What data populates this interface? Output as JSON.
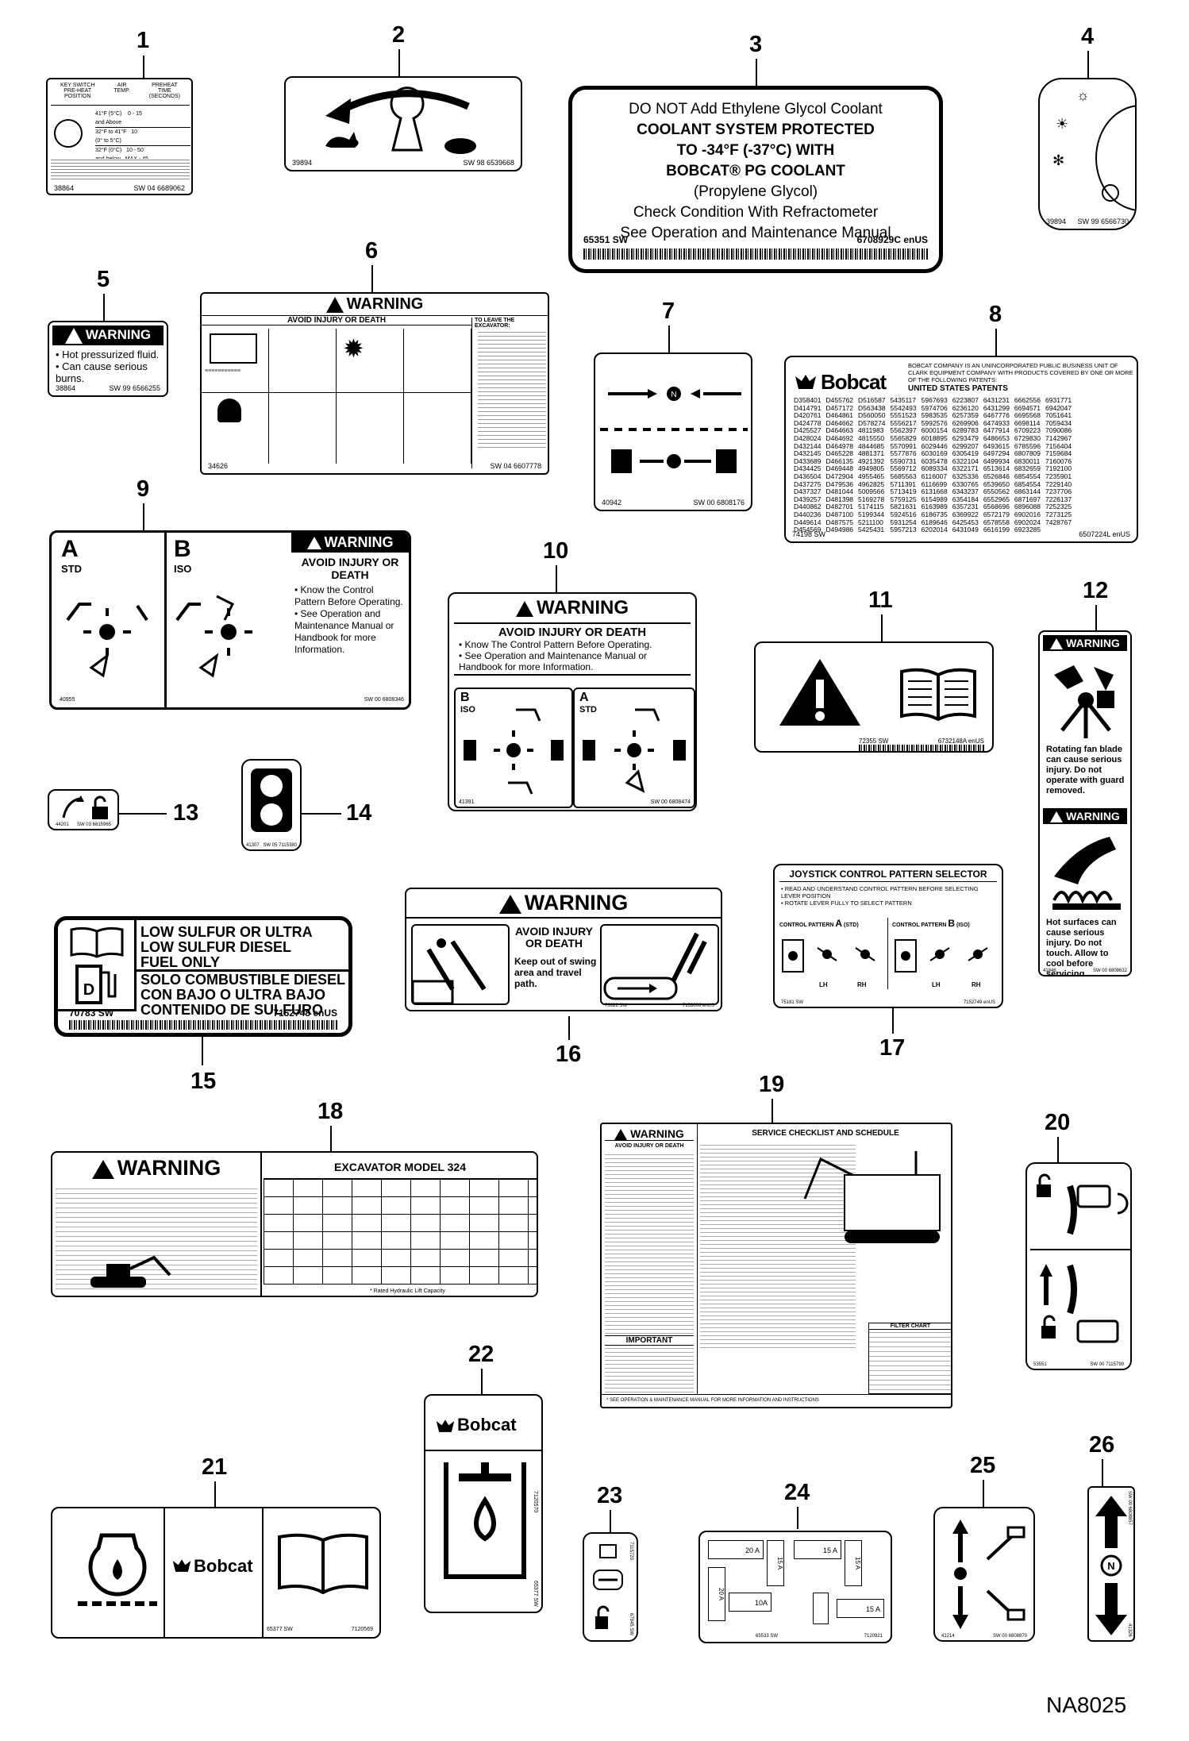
{
  "callouts": [
    "1",
    "2",
    "3",
    "4",
    "5",
    "6",
    "7",
    "8",
    "9",
    "10",
    "11",
    "12",
    "13",
    "14",
    "15",
    "16",
    "17",
    "18",
    "19",
    "20",
    "21",
    "22",
    "23",
    "24",
    "25",
    "26"
  ],
  "drawing_id": "NA8025",
  "d1": {
    "code_left": "38864",
    "code_right": "SW 04 6689062"
  },
  "d2": {
    "code_left": "39894",
    "code_right": "SW 98 6539668"
  },
  "d3": {
    "lines": [
      "DO NOT Add Ethylene Glycol Coolant",
      "COOLANT SYSTEM PROTECTED",
      "TO -34°F (-37°C) WITH",
      "BOBCAT® PG COOLANT",
      "(Propylene Glycol)",
      "Check Condition With Refractometer",
      "See Operation and Maintenance Manual"
    ],
    "code_left": "65351 SW",
    "code_right": "6708929C enUS"
  },
  "d4": {
    "code_left": "39894",
    "code_right": "SW 99 6566730"
  },
  "d5": {
    "title": "WARNING",
    "bullets": [
      "Hot pressurized fluid.",
      "Can cause serious burns."
    ],
    "code_left": "38864",
    "code_right": "SW 99 6566255"
  },
  "d6": {
    "title": "WARNING",
    "subtitle": "AVOID INJURY OR DEATH",
    "side_title": "TO LEAVE THE EXCAVATOR:",
    "code_left": "34626",
    "code_right": "SW 04 6607778"
  },
  "d7": {
    "code_left": "40942",
    "code_right": "SW 00 6808176"
  },
  "d8": {
    "brand": "Bobcat",
    "header": "BOBCAT COMPANY IS AN UNINCORPORATED PUBLIC BUSINESS UNIT OF CLARK EQUIPMENT COMPANY WITH PRODUCTS COVERED BY ONE OR MORE OF THE FOLLOWING PATENTS:",
    "sub": "UNITED STATES PATENTS",
    "cols": [
      [
        "D358401",
        "D414791",
        "D420761",
        "D424778",
        "D425527",
        "D428024",
        "D432144",
        "D432145",
        "D433689",
        "D434425",
        "D436504",
        "D437275",
        "D437327",
        "D439257",
        "D440862",
        "D440236",
        "D449614",
        "D454569"
      ],
      [
        "D455762",
        "D457172",
        "D464861",
        "D464662",
        "D464663",
        "D464692",
        "D464978",
        "D465228",
        "D466135",
        "D469448",
        "D472904",
        "D479536",
        "D481044",
        "D481398",
        "D482701",
        "D487100",
        "D487575",
        "D494986"
      ],
      [
        "D516587",
        "D563438",
        "D560050",
        "D578274",
        "4811983",
        "4815550",
        "4844685",
        "4881371",
        "4921392",
        "4949805",
        "4955465",
        "4962825",
        "5009566",
        "5169278",
        "5174115",
        "5199344",
        "5211100",
        "5425431"
      ],
      [
        "5435117",
        "5542493",
        "5551523",
        "5556217",
        "5562397",
        "5565829",
        "5570991",
        "5577876",
        "5590731",
        "5569712",
        "5685563",
        "5711391",
        "5713419",
        "5759125",
        "5821631",
        "5924516",
        "5931254",
        "5957213"
      ],
      [
        "5967693",
        "5974706",
        "5983535",
        "5992576",
        "6000154",
        "6018895",
        "6029446",
        "6030169",
        "6035478",
        "6089334",
        "6116007",
        "6116699",
        "6131668",
        "6154989",
        "6163989",
        "6186735",
        "6189646",
        "6202014"
      ],
      [
        "6223807",
        "6236120",
        "6257359",
        "6269906",
        "6289783",
        "6293479",
        "6299207",
        "6305419",
        "6322104",
        "6322171",
        "6325336",
        "6330765",
        "6343237",
        "6354184",
        "6357231",
        "6369922",
        "6425453",
        "6431049"
      ],
      [
        "6431231",
        "6431299",
        "6467776",
        "6474933",
        "6477914",
        "6486653",
        "6493615",
        "6497294",
        "6499934",
        "6513614",
        "6526846",
        "6539650",
        "6550562",
        "6552965",
        "6568696",
        "6572179",
        "6578558",
        "6616199"
      ],
      [
        "6662556",
        "6694571",
        "6695568",
        "6698114",
        "6709223",
        "6729830",
        "6785596",
        "6807809",
        "6830011",
        "6832659",
        "6854554",
        "6854554",
        "6863144",
        "6871697",
        "6896088",
        "6902016",
        "6902024",
        "6923285"
      ],
      [
        "6931771",
        "6942047",
        "7051641",
        "7059434",
        "7090086",
        "7142967",
        "7156404",
        "7159684",
        "7160076",
        "7192100",
        "7235901",
        "7229140",
        "7237706",
        "7226137",
        "7252325",
        "7273125",
        "7428767",
        ""
      ]
    ],
    "code_left": "74198 SW",
    "code_right": "6507224L enUS"
  },
  "d9": {
    "a_label": "A",
    "a_sub": "STD",
    "b_label": "B",
    "b_sub": "ISO",
    "title": "WARNING",
    "head": "AVOID INJURY OR DEATH",
    "bullets": [
      "Know the Control Pattern Before Operating.",
      "See Operation and Maintenance Manual or Handbook for more Information."
    ],
    "code_left": "40955",
    "code_right": "SW 00 6808346"
  },
  "d10": {
    "title": "WARNING",
    "head": "AVOID INJURY OR DEATH",
    "bullets": [
      "Know The Control Pattern Before Operating.",
      "See Operation and Maintenance Manual or Handbook for more Information."
    ],
    "b_label": "B",
    "b_sub": "ISO",
    "a_label": "A",
    "a_sub": "STD",
    "code_left": "41391",
    "code_right": "SW 00 6808474"
  },
  "d11": {
    "code_left": "72355 SW",
    "code_right": "6732148A enUS"
  },
  "d12": {
    "title": "WARNING",
    "text1": "Rotating fan blade can cause serious injury. Do not operate with guard removed.",
    "text2": "Hot surfaces can cause serious injury. Do not touch. Allow to cool before servicing.",
    "code_left": "41846",
    "code_right": "SW 00 6808632"
  },
  "d13": {
    "code_left": "44201",
    "code_right": "SW 03 6815965"
  },
  "d14": {
    "code_left": "41307",
    "code_right": "SW 05 7115380"
  },
  "d15": {
    "line1": "LOW SULFUR OR ULTRA",
    "line2": "LOW SULFUR DIESEL",
    "line3": "FUEL ONLY",
    "line4": "SOLO COMBUSTIBLE DIESEL",
    "line5": "CON BAJO O ULTRA BAJO",
    "line6": "CONTENIDO DE SULFURO",
    "code_left": "70783 SW",
    "code_right": "7152748 enUS"
  },
  "d16": {
    "title": "WARNING",
    "head1": "AVOID INJURY",
    "head2": "OR DEATH",
    "text": "Keep out of swing area and travel path.",
    "code_left": "73922 SW",
    "code_right": "7159006 enUS"
  },
  "d17": {
    "title": "JOYSTICK CONTROL PATTERN SELECTOR",
    "b1": "READ AND UNDERSTAND CONTROL PATTERN BEFORE SELECTING LEVER POSITION",
    "b2": "ROTATE LEVER FULLY TO SELECT PATTERN",
    "pa": "CONTROL PATTERN",
    "pa_l": "A",
    "pa_s": "(STD)",
    "pb": "CONTROL PATTERN",
    "pb_l": "B",
    "pb_s": "(ISO)",
    "lh": "LH",
    "rh": "RH",
    "code_left": "75181 SW",
    "code_right": "7152749 enUS"
  },
  "d18": {
    "title": "WARNING",
    "model": "EXCAVATOR MODEL 324",
    "footnote": "* Rated Hydraulic Lift Capacity"
  },
  "d19": {
    "title": "WARNING",
    "head": "SERVICE CHECKLIST AND SCHEDULE",
    "avoid": "AVOID INJURY OR DEATH",
    "important": "IMPORTANT",
    "filter": "FILTER CHART",
    "footer": "* SEE OPERATION & MAINTENANCE MANUAL FOR MORE INFORMATION AND INSTRUCTIONS"
  },
  "d20": {
    "code_left": "53551",
    "code_right": "SW 00 7115799"
  },
  "d21": {
    "brand": "Bobcat",
    "code_left": "65377 SW",
    "code_right": "7120569"
  },
  "d22": {
    "brand": "Bobcat",
    "code_left": "65377 SW",
    "code_right": "7120570"
  },
  "d23": {
    "code_left": "67945 SW",
    "code_right": "7115720"
  },
  "d24": {
    "f1": "20 A",
    "f2": "15 A",
    "f3": "15 A",
    "f4": "15 A",
    "f5": "20 A",
    "f6": "10A",
    "f7": "15 A",
    "code_left": "65533 SW",
    "code_right": "7120921"
  },
  "d25": {
    "code_left": "41214",
    "code_right": "SW 00 6808870"
  },
  "d26": {
    "code_top": "SW 00 6808857",
    "code_bottom": "41326"
  }
}
